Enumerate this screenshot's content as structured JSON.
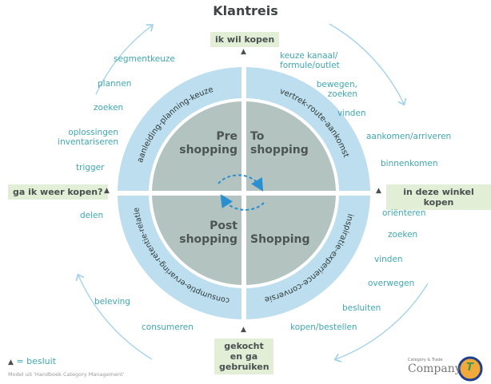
{
  "title": "Klantreis",
  "decisions": {
    "top": "ik wil kopen",
    "right": "in deze winkel kopen",
    "bottom": "gekocht en ga gebruiken",
    "left": "ga ik weer kopen?"
  },
  "quadrants": {
    "pre": "Pre shopping",
    "to": "To shopping",
    "post": "Post shopping",
    "shopping": "Shopping"
  },
  "ring_labels": {
    "top_left": "aanleiding-planning-keuze",
    "top_right": "vertrek-route-aankomst",
    "bottom_right": "inspiratie-experience-conversie",
    "bottom_left": "consumptie-ervaring-retentie-relatie"
  },
  "steps": {
    "top_left": [
      "segmentkeuze",
      "plannen",
      "zoeken",
      "oplossingen inventariseren",
      "trigger"
    ],
    "top_right": [
      "keuze kanaal/ formule/outlet",
      "bewegen, zoeken",
      "vinden",
      "aankomen/arriveren",
      "binnenkomen"
    ],
    "bottom_right": [
      "oriënteren",
      "zoeken",
      "vinden",
      "overwegen",
      "besluiten",
      "kopen/bestellen"
    ],
    "bottom_left": [
      "delen",
      "beleving",
      "consumeren"
    ]
  },
  "legend": {
    "symbol": "▲",
    "text": "= besluit"
  },
  "source": "Model uit 'Handboek Category Management'",
  "logo": {
    "small": "Category & Trade",
    "big": "Company",
    "letter": "T"
  },
  "colors": {
    "ring": "#bcdeee",
    "quadrant": "#b3c4c0",
    "arrow": "#9fd2ea",
    "label": "#3fa7b0",
    "box": "#e2eed6",
    "dash": "#2a8fd0"
  }
}
